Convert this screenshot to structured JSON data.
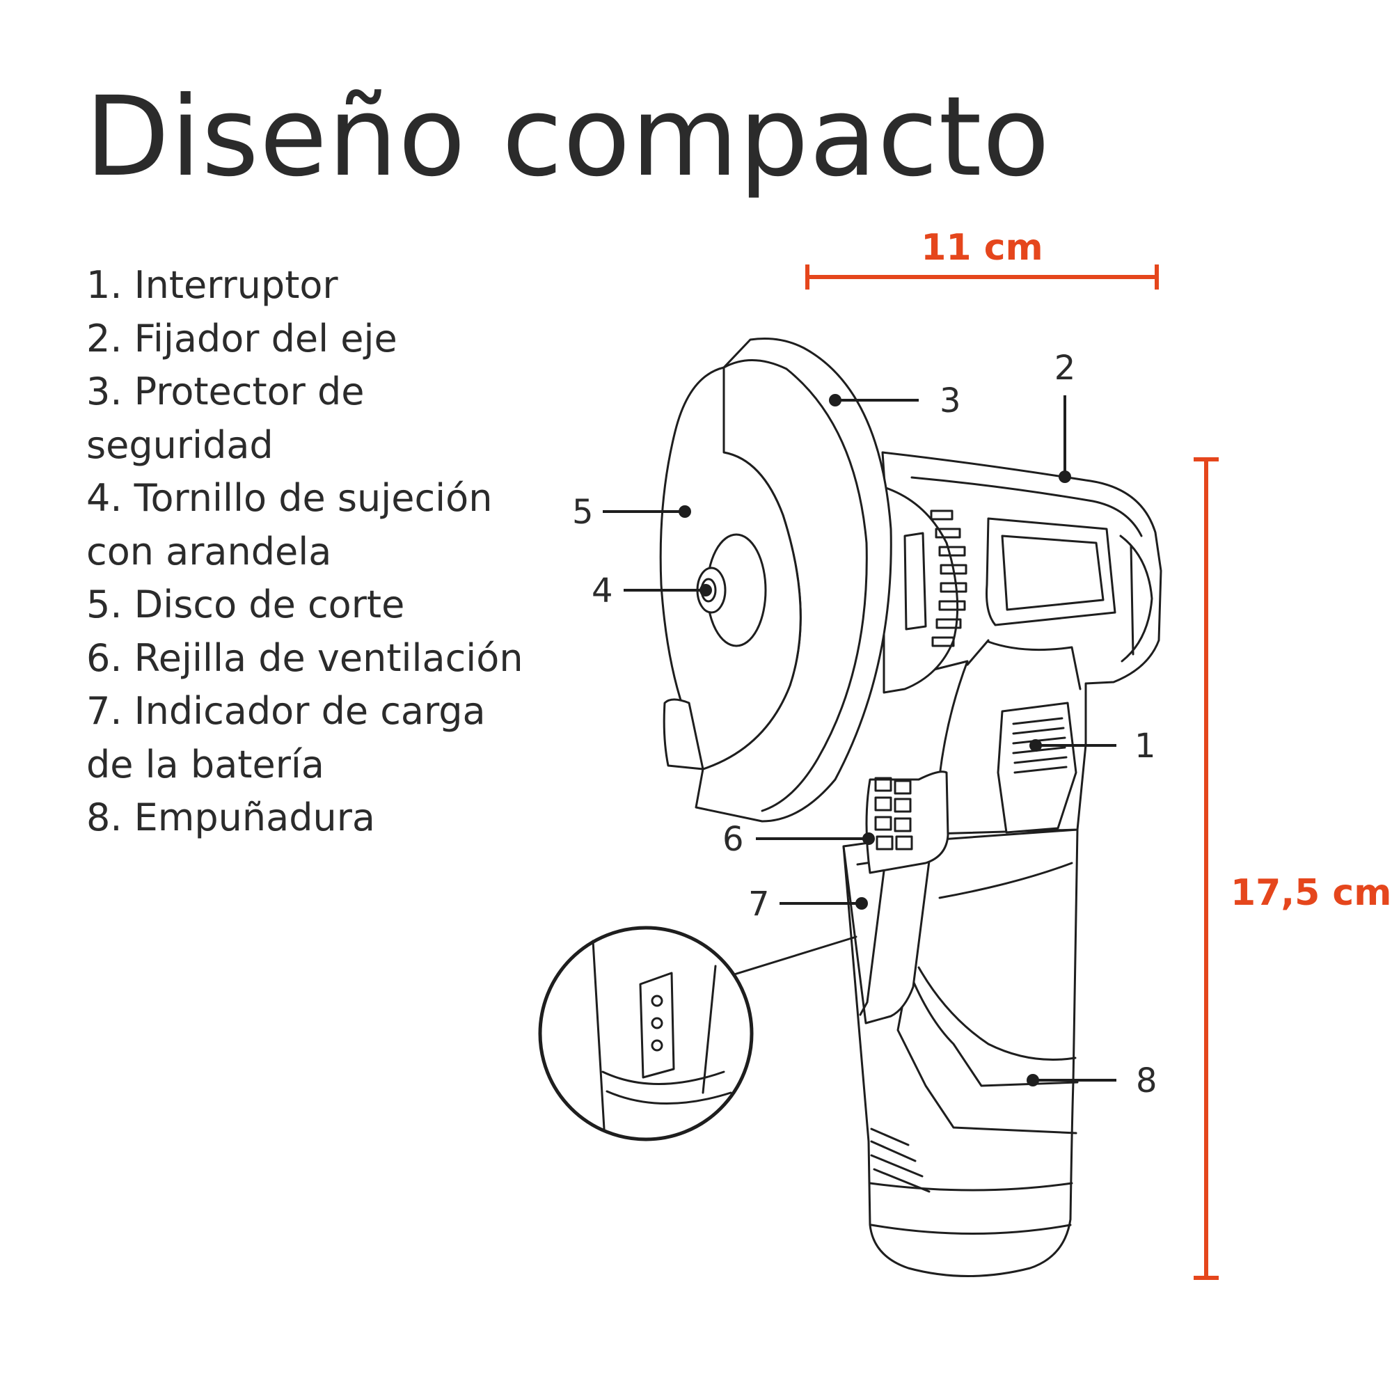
{
  "title": "Diseño compacto",
  "legend": [
    "1. Interruptor",
    "2. Fijador del eje",
    "3. Protector de",
    "seguridad",
    "4. Tornillo de sujeción",
    "con arandela",
    "5. Disco de corte",
    "6. Rejilla de ventilación",
    "7. Indicador de carga",
    "de la batería",
    "8. Empuñadura"
  ],
  "callouts": [
    "1",
    "2",
    "3",
    "4",
    "5",
    "6",
    "7",
    "8"
  ],
  "dimensions": {
    "width": "11 cm",
    "height": "17,5 cm"
  },
  "colors": {
    "text": "#2b2b2b",
    "accent": "#e5461c",
    "line": "#1e1e1e"
  }
}
